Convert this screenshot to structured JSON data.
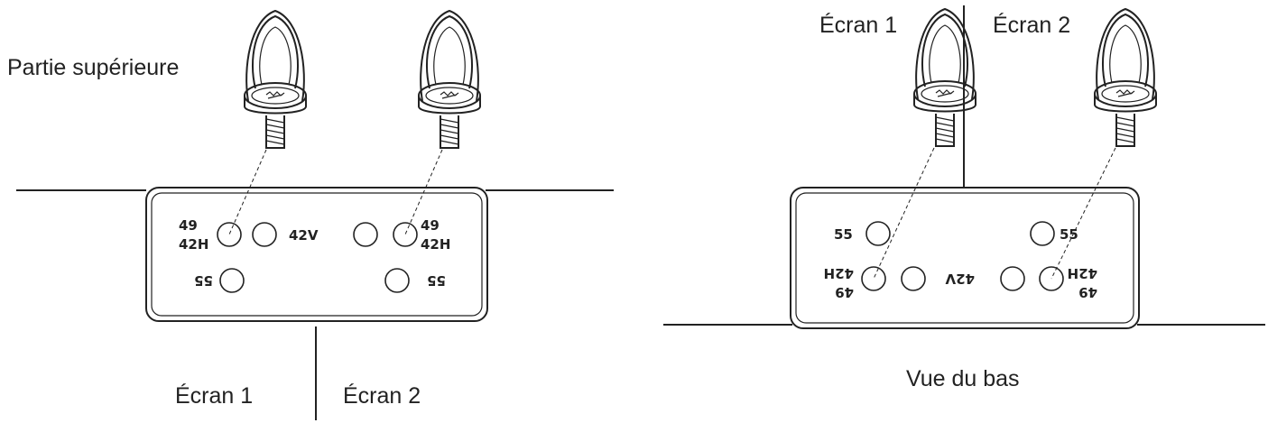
{
  "top_view": {
    "title": "Partie supérieure",
    "screen1": "Écran 1",
    "screen2": "Écran 2",
    "hole_labels": {
      "h49_42h_left": [
        "49",
        "42H"
      ],
      "h42v": "42V",
      "h49_42h_right": [
        "49",
        "42H"
      ],
      "h55_left": "55",
      "h55_right": "55"
    }
  },
  "bottom_view": {
    "title": "Vue du bas",
    "screen1": "Écran 1",
    "screen2": "Écran 2",
    "hole_labels": {
      "h55_left": "55",
      "h55_right": "55",
      "h49_42h_left": [
        "49",
        "42H"
      ],
      "h42v": "42V",
      "h49_42h_right": [
        "49",
        "42H"
      ]
    }
  },
  "colors": {
    "line": "#222222",
    "background": "#ffffff"
  },
  "icons": {
    "thumbscrew": "thumbscrew-icon"
  }
}
